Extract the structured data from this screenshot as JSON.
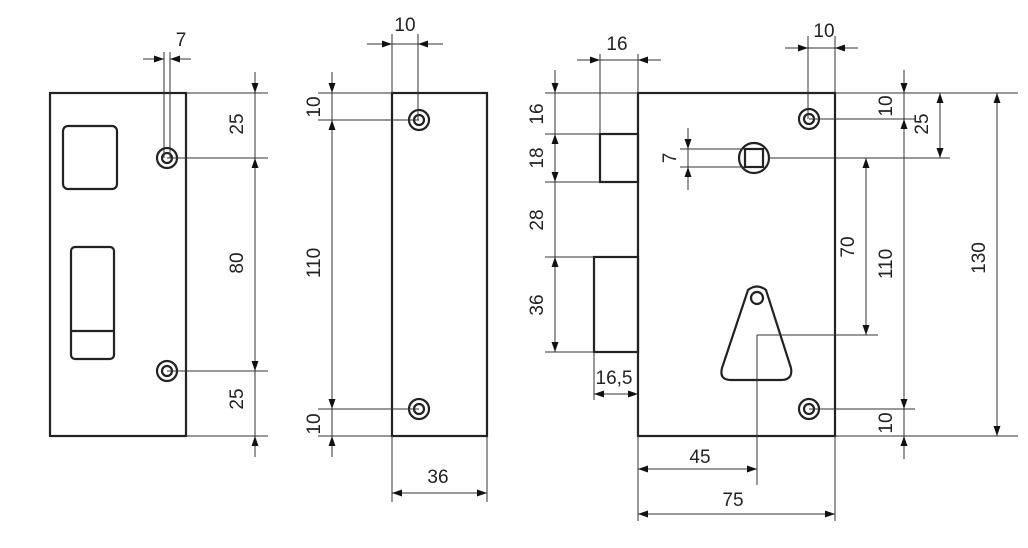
{
  "dimensions": {
    "v1_hole_width": "7",
    "v1_top_offset": "25",
    "v1_hole_spacing": "80",
    "v1_bottom_offset": "25",
    "v2_hole_width": "10",
    "v2_top_offset": "10",
    "v2_hole_spacing": "110",
    "v2_bottom_offset": "10",
    "v2_width": "36",
    "v3_bolt_width": "16",
    "v3_top_hole_width": "10",
    "v3_bolt_top_offset": "16",
    "v3_bolt_height": "18",
    "v3_bolt_gap": "28",
    "v3_latch_height": "36",
    "v3_latch_projection": "16,5",
    "v3_spindle_size": "7",
    "v3_top_hole_offset": "10",
    "v3_spindle_offset": "25",
    "v3_spindle_to_key": "70",
    "v3_hole_spacing": "110",
    "v3_overall_height": "130",
    "v3_bottom_offset": "10",
    "v3_backset": "45",
    "v3_case_width": "75"
  }
}
